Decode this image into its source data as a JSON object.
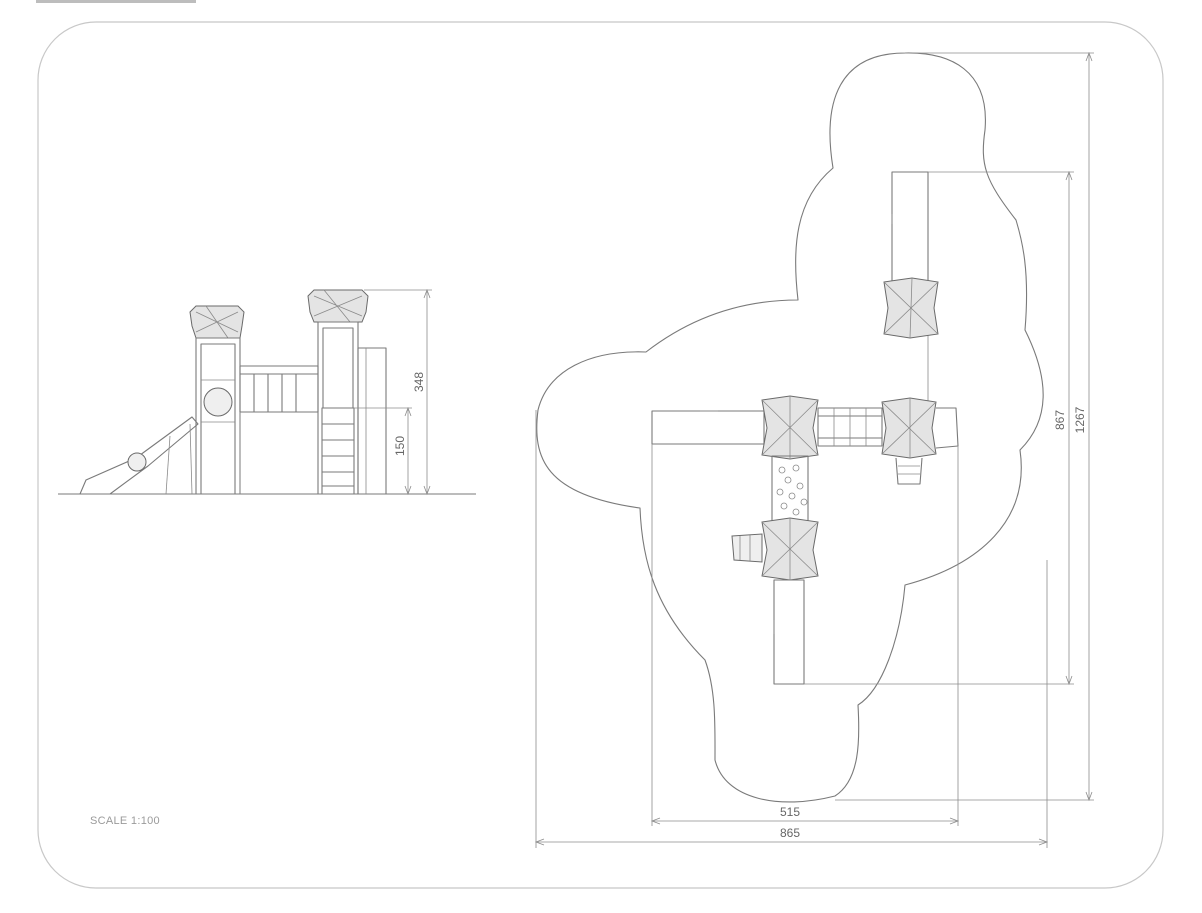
{
  "drawing": {
    "scale_label": "SCALE 1:100",
    "colors": {
      "line": "#7a7a7a",
      "frame": "#c8c8c8",
      "panel_fill": "#e4e4e4"
    }
  },
  "side_view": {
    "dimensions": {
      "total_height": "348",
      "platform_height": "150"
    }
  },
  "plan_view": {
    "dimensions": {
      "inner_width": "515",
      "outer_width": "865",
      "inner_length": "867",
      "outer_length": "1267"
    }
  }
}
